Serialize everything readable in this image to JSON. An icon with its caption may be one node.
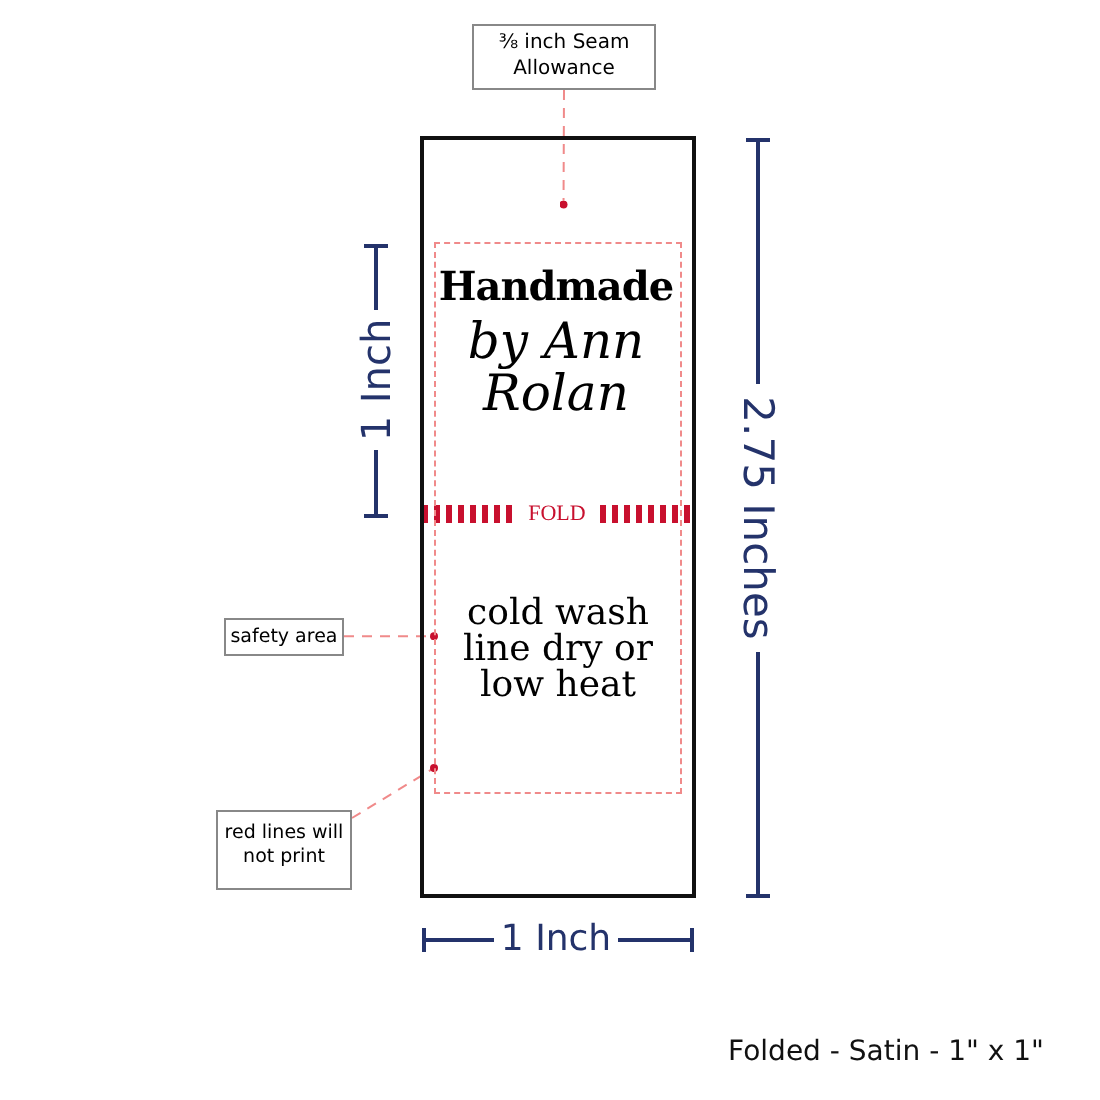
{
  "diagram": {
    "nodes": [
      {
        "text": [],
        "shape": "box"
      },
      {
        "text": [],
        "shape": "box",
        "in": 0
      },
      {
        "text": [
          "⅜ inch Seam Allowance"
        ]
      },
      {
        "text": [
          "safety area"
        ]
      },
      {
        "text": [
          "red lines will not print"
        ]
      }
    ],
    "edges": [
      {
        "from": 2,
        "to": 0,
        "arrow": "other",
        "style": "dashed"
      },
      {
        "from": 3,
        "to": 1,
        "arrow": "other",
        "style": "dashed"
      },
      {
        "from": 4,
        "to": 1,
        "arrow": "other",
        "style": "dashed"
      }
    ],
    "labels": [
      "Handmade",
      "by Ann Rolan",
      "FOLD",
      "cold wash line dry or low heat",
      "1 Inch",
      "2.75 Inches",
      "1 Inch",
      "Folded - Satin - 1\" x 1\""
    ]
  }
}
